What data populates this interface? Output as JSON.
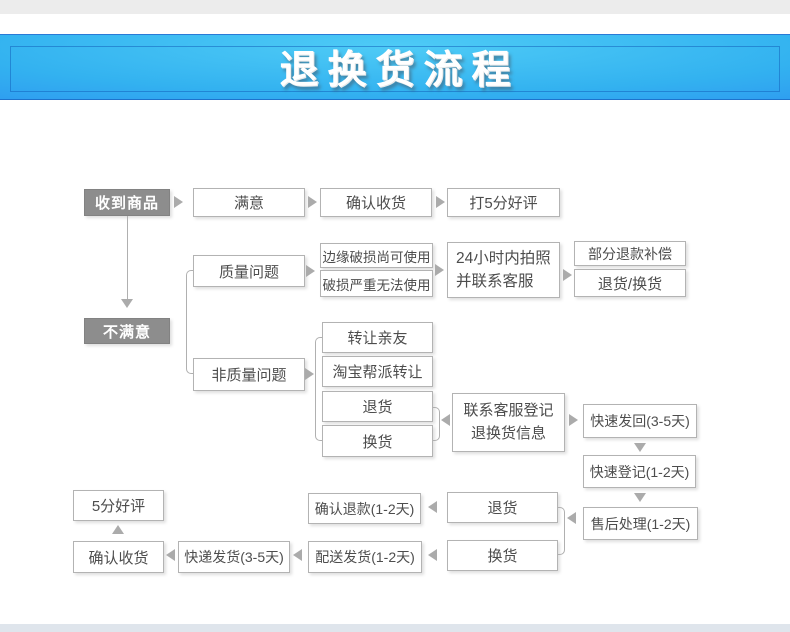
{
  "header": {
    "title": "退换货流程"
  },
  "colors": {
    "banner_blue_center": "#4ecbf6",
    "banner_blue_edge": "#2480e0",
    "banner_inner_border": "#1464be",
    "title_text": "#ffffff",
    "box_border": "#b3b3b3",
    "box_text": "#4d4d4d",
    "solid_box_bg": "#8d8d8d",
    "solid_box_text": "#ffffff",
    "arrow_gray": "#ababab",
    "top_strip": "#ececec",
    "bottom_strip": "#dfe5ec"
  },
  "flow": {
    "nodes": {
      "received": "收到商品",
      "satisfied": "满意",
      "confirm_receipt_top": "确认收货",
      "five_star_top": "打5分好评",
      "quality_issue": "质量问题",
      "edge_damage": "边缘破损尚可使用",
      "severe_damage": "破损严重无法使用",
      "photo_24h_line1": "24小时内拍照",
      "photo_24h_line2": "并联系客服",
      "partial_refund": "部分退款补偿",
      "return_or_exchange": "退货/换货",
      "unsatisfied": "不满意",
      "non_quality_issue": "非质量问题",
      "transfer_friends": "转让亲友",
      "taobao_transfer": "淘宝帮派转让",
      "return_mid": "退货",
      "exchange_mid": "换货",
      "contact_cs_line1": "联系客服登记",
      "contact_cs_line2": "退换货信息",
      "fast_return": "快速发回(3-5天)",
      "fast_register": "快速登记(1-2天)",
      "after_sale": "售后处理(1-2天)",
      "five_star_bottom": "5分好评",
      "confirm_receipt_bottom": "确认收货",
      "express_ship": "快递发货(3-5天)",
      "delivery_ship": "配送发货(1-2天)",
      "confirm_refund": "确认退款(1-2天)",
      "return_bottom": "退货",
      "exchange_bottom": "换货"
    },
    "edges": [
      "收到商品→满意→确认收货→打5分好评",
      "收到商品→不满意",
      "不满意→质量问题 / 非质量问题",
      "质量问题→边缘破损尚可使用 / 破损严重无法使用→24小时内拍照并联系客服→部分退款补偿 / 退货换货",
      "非质量问题→转让亲友 / 淘宝帮派转让 / 退货 / 换货",
      "联系客服登记退换货信息→退货/换货组",
      "联系客服登记退换货信息→快速发回(3-5天)→快速登记(1-2天)→售后处理(1-2天)→退货/换货",
      "退货→确认退款(1-2天)",
      "换货→配送发货(1-2天)→快递发货(3-5天)→确认收货→5分好评"
    ]
  }
}
